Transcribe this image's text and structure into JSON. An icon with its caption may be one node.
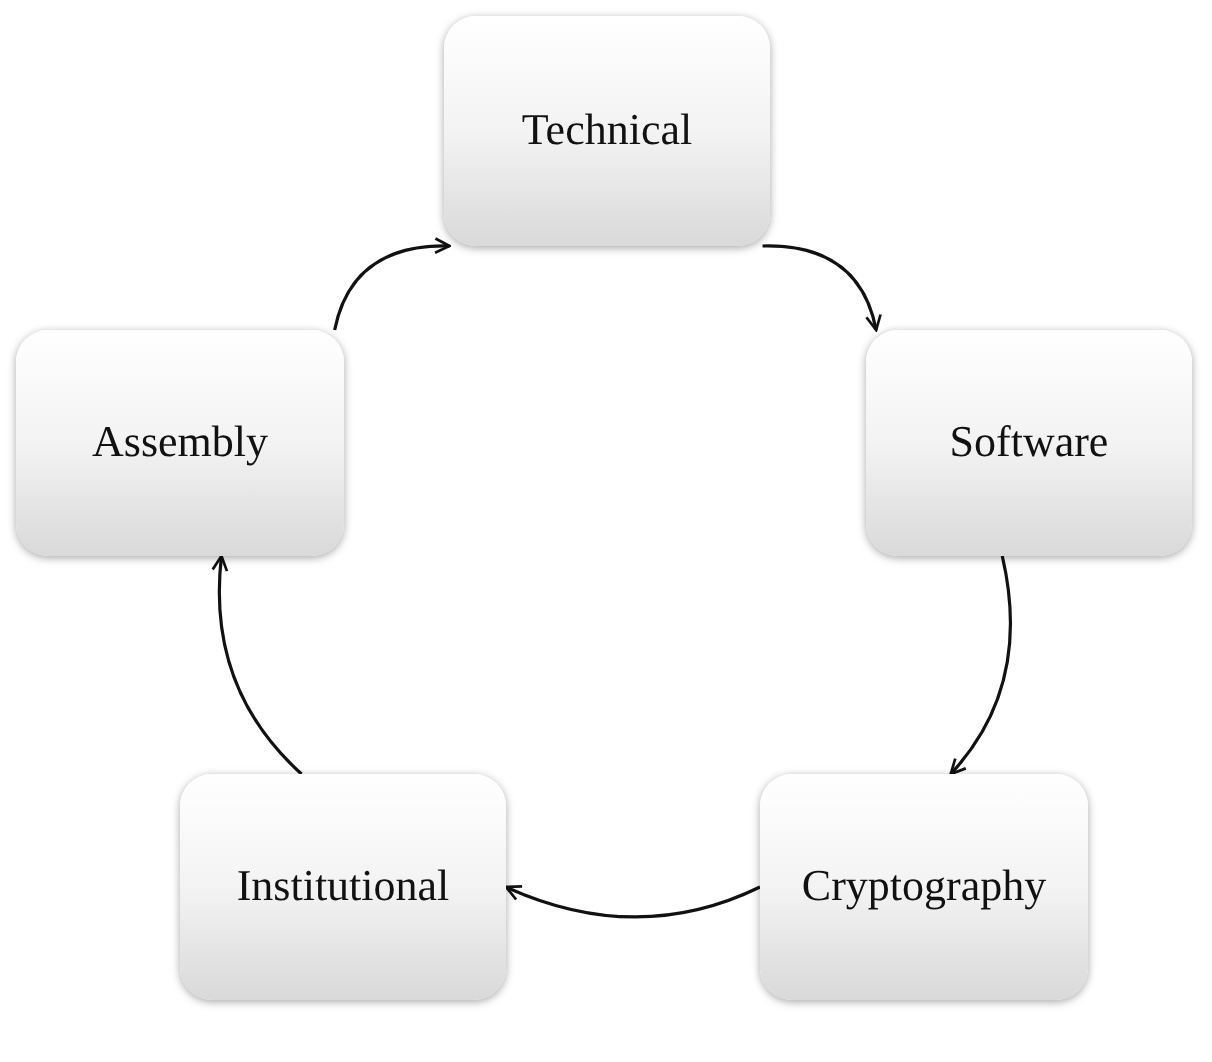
{
  "diagram": {
    "nodes": [
      {
        "text": [
          "Technical"
        ]
      },
      {
        "text": [
          "Software"
        ]
      },
      {
        "text": [
          "Cryptography"
        ]
      },
      {
        "text": [
          "Institutional"
        ]
      },
      {
        "text": [
          "Assembly"
        ]
      }
    ],
    "edges": [
      {
        "from": 0,
        "to": 1,
        "arrow": "to"
      },
      {
        "from": 1,
        "to": 2,
        "arrow": "to"
      },
      {
        "from": 2,
        "to": 3,
        "arrow": "to"
      },
      {
        "from": 3,
        "to": 4,
        "arrow": "to"
      },
      {
        "from": 4,
        "to": 0,
        "arrow": "to"
      }
    ]
  }
}
